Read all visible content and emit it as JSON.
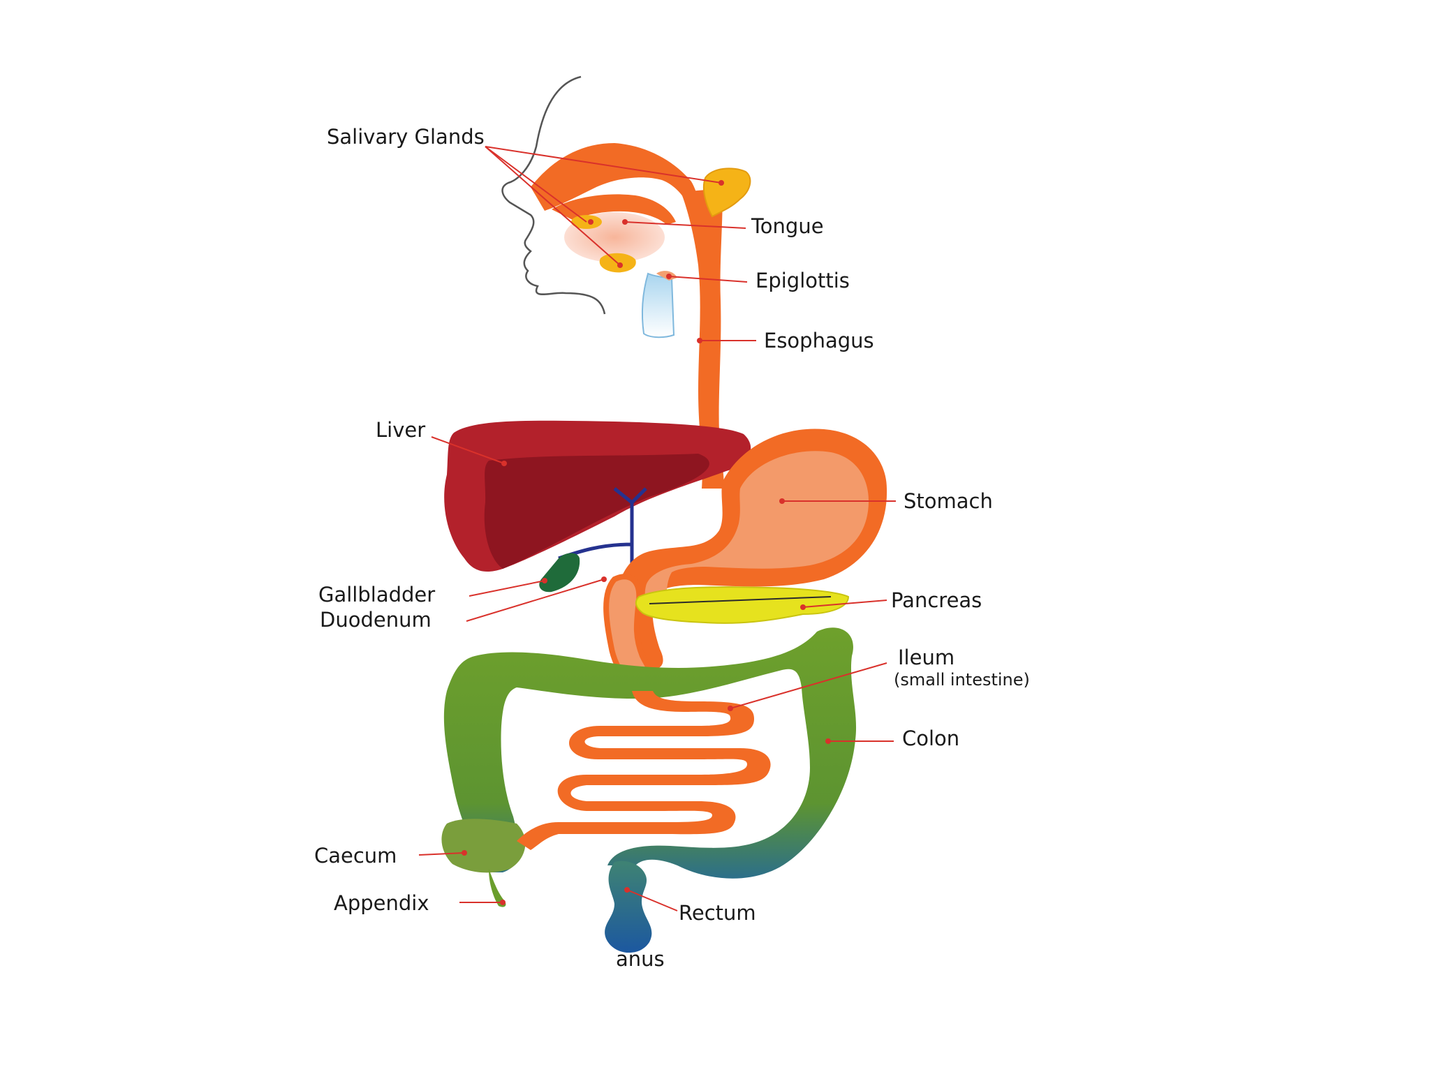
{
  "labels": {
    "salivary_glands": "Salivary Glands",
    "tongue": "Tongue",
    "epiglottis": "Epiglottis",
    "esophagus": "Esophagus",
    "liver": "Liver",
    "stomach": "Stomach",
    "gallbladder": "Gallbladder",
    "duodenum": "Duodenum",
    "pancreas": "Pancreas",
    "ileum": "Ileum",
    "ileum_sub": "(small intestine)",
    "colon": "Colon",
    "caecum": "Caecum",
    "appendix": "Appendix",
    "rectum": "Rectum",
    "anus": "anus"
  },
  "colors": {
    "tract": "#f26b25",
    "tract_light": "#f3a070",
    "liver": "#b3212b",
    "liver_dark": "#8e1520",
    "gallbladder": "#1f6b3a",
    "bile_duct": "#25328f",
    "pancreas": "#e6e21e",
    "colon": "#6a9e2c",
    "rectum": "#2c6f9a",
    "salivary": "#f5b317",
    "leader": "#d9312b"
  }
}
